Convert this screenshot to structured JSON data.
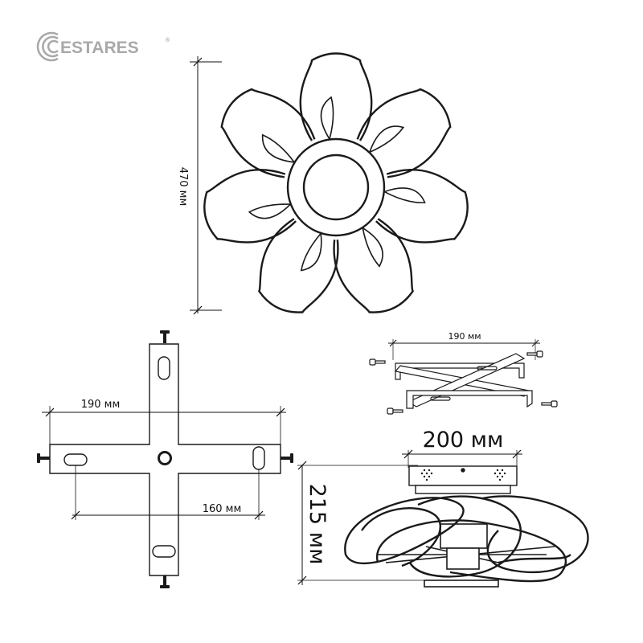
{
  "brand": {
    "name": "ESTARES",
    "registered_mark": "®",
    "color": "#a9a9a9"
  },
  "dimensions": {
    "top_view_diameter": "470 мм",
    "plate_width": "190 мм",
    "plate_hole_spacing": "160 мм",
    "bracket_width": "190 мм",
    "base_width": "200 мм",
    "height": "215 мм"
  },
  "colors": {
    "line": "#1a1a1a",
    "background": "#ffffff"
  }
}
